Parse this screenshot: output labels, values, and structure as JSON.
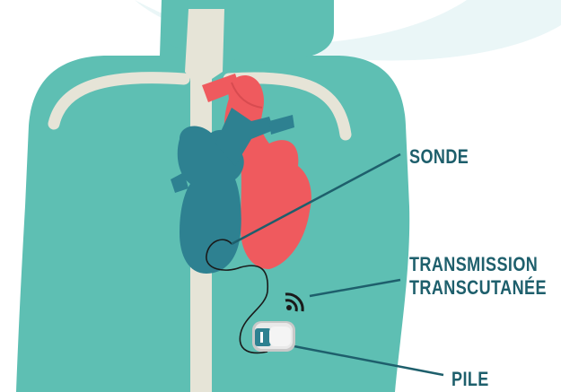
{
  "labels": {
    "sonde": "SONDE",
    "transmission_line1": "TRANSMISSION",
    "transmission_line2": "TRANSCUTANÉE",
    "pile": "PILE"
  },
  "colors": {
    "body": "#5ebfb3",
    "bone": "#e6e4d7",
    "heart_right": "#2e8191",
    "heart_left": "#ef5a5e",
    "label": "#1e5f6c",
    "background_accent": "#eaf6f7"
  },
  "icons": {
    "signal": "wifi-signal-icon",
    "battery": "battery-pack-icon"
  }
}
